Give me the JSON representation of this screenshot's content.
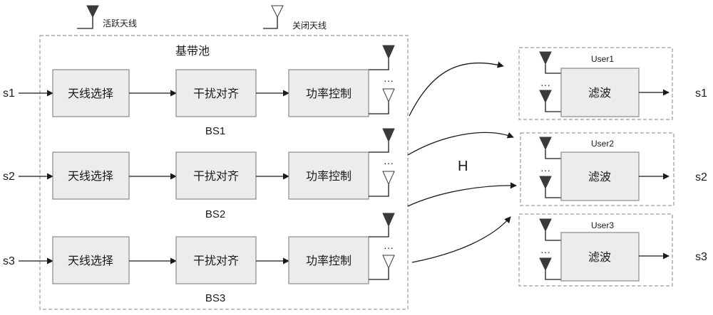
{
  "legend": {
    "active": "活跃天线",
    "closed": "关闭天线"
  },
  "pool_title": "基带池",
  "blocks": {
    "antenna_select": "天线选择",
    "interference_align": "干扰对齐",
    "power_control": "功率控制",
    "filter": "滤波"
  },
  "base_stations": [
    "BS1",
    "BS2",
    "BS3"
  ],
  "inputs": [
    "s1",
    "s2",
    "s3"
  ],
  "users": [
    "User1",
    "User2",
    "User3"
  ],
  "outputs": [
    "s1",
    "s2",
    "s3"
  ],
  "channel_label": "H",
  "ellipsis": "···",
  "colors": {
    "block_fill": "#ececec",
    "border": "#8a8a8a",
    "antenna": "#3a3a3a"
  }
}
